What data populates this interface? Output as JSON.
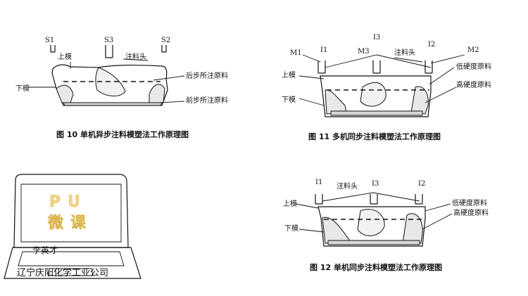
{
  "fig10": {
    "labels": {
      "s1": "S1",
      "s3": "S3",
      "s2": "S2",
      "upper_mold": "上模",
      "nozzle": "注料头",
      "lower_mold": "下模",
      "later_material": "后步所注原料",
      "earlier_material": "前步所注原料"
    },
    "caption": "图 10    单机异步注料模塑法工作原理图"
  },
  "fig11": {
    "labels": {
      "i3": "I3",
      "m1": "M1",
      "i1": "I1",
      "m3": "M3",
      "nozzle": "注料头",
      "i2": "I2",
      "m2": "M2",
      "upper_mold": "上模",
      "lower_mold": "下模",
      "low_hardness": "低硬度原料",
      "high_hardness": "高硬度原料"
    },
    "caption": "图 11    多机同步注料模塑法工作原理图"
  },
  "fig12": {
    "labels": {
      "i1": "I1",
      "nozzle": "注料头",
      "i3": "I3",
      "i2": "I2",
      "upper_mold": "上模",
      "lower_mold": "下模",
      "low_hardness": "低硬度原料",
      "high_hardness": "高硬度原料"
    },
    "caption": "图 12    单机同步注料模塑法工作原理图"
  },
  "laptop": {
    "screen_title": "PU微课",
    "name_label": "李英才",
    "company": "辽宁庆阳化学工业公司"
  },
  "colors": {
    "ink": "#111111",
    "fill": "#e8e8e8",
    "accent": "#f0d58a"
  }
}
